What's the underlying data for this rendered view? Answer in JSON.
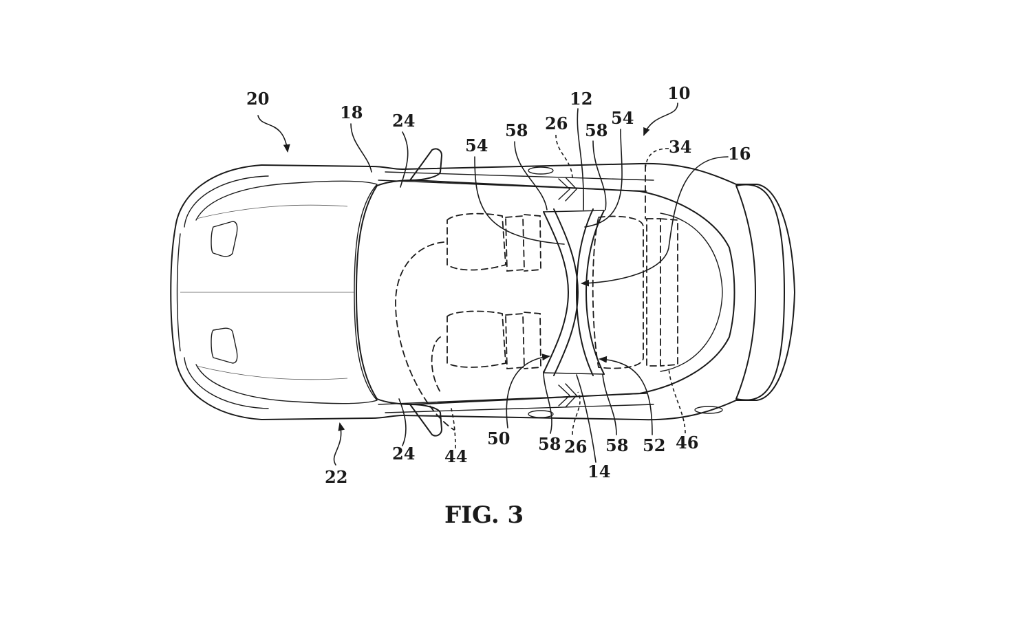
{
  "figure": {
    "caption": "FIG. 3"
  },
  "reference_numerals": {
    "n10": "10",
    "n12": "12",
    "n14": "14",
    "n16": "16",
    "n18": "18",
    "n20": "20",
    "n22": "22",
    "n24_top": "24",
    "n24_bottom": "24",
    "n26_top": "26",
    "n26_bottom": "26",
    "n34": "34",
    "n44": "44",
    "n46": "46",
    "n50": "50",
    "n52": "52",
    "n54_left": "54",
    "n54_right": "54",
    "n58_a": "58",
    "n58_b": "58",
    "n58_c": "58",
    "n58_d": "58"
  },
  "colors": {
    "line": "#1a1a1a",
    "background": "#ffffff"
  }
}
